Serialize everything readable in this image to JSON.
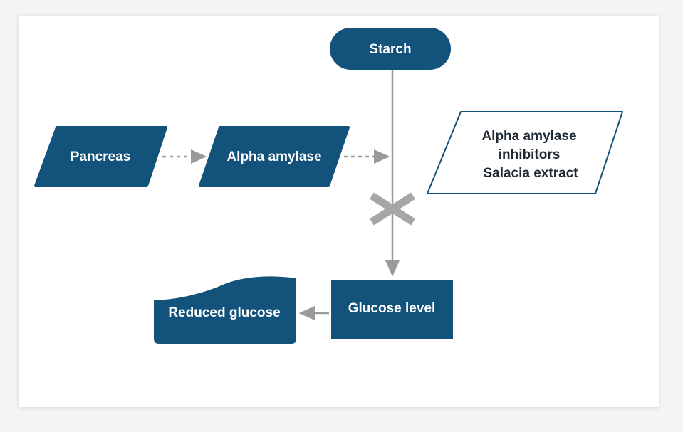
{
  "colors": {
    "node_fill": "#13527a",
    "node_outline": "#13527a",
    "arrow": "#9a9a9a",
    "block_mark": "#a6a6a6",
    "text_light": "#ffffff",
    "text_dark": "#1f2933"
  },
  "nodes": {
    "starch": "Starch",
    "pancreas": "Pancreas",
    "alpha_amylase": "Alpha amylase",
    "inhibitor": {
      "line1": "Alpha amylase",
      "line2": "inhibitors",
      "line3": "Salacia extract"
    },
    "glucose_level": "Glucose level",
    "reduced_glucose": "Reduced glucose"
  },
  "icons": {
    "block_mark": "x-mark-icon"
  }
}
